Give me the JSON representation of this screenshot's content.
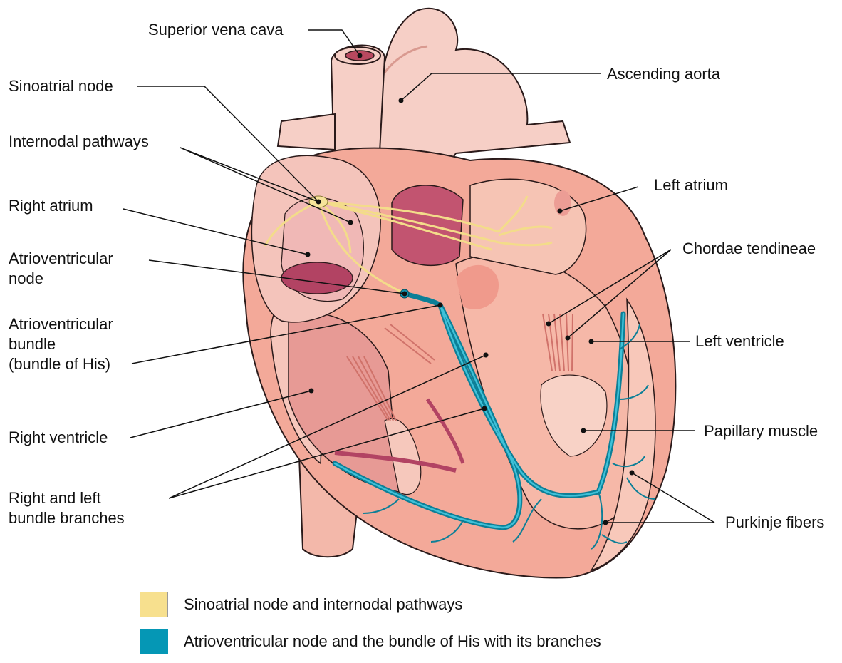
{
  "labels": {
    "superior_vena_cava": "Superior vena cava",
    "sinoatrial_node": "Sinoatrial node",
    "internodal_pathways": "Internodal pathways",
    "right_atrium": "Right atrium",
    "av_node_line1": "Atrioventricular",
    "av_node_line2": "node",
    "av_bundle_line1": "Atrioventricular",
    "av_bundle_line2": "bundle",
    "av_bundle_line3": "(bundle of His)",
    "right_ventricle": "Right ventricle",
    "bundle_branches_line1": "Right and left",
    "bundle_branches_line2": "bundle branches",
    "ascending_aorta": "Ascending aorta",
    "left_atrium": "Left atrium",
    "chordae_tendineae": "Chordae tendineae",
    "left_ventricle": "Left ventricle",
    "papillary_muscle": "Papillary muscle",
    "purkinje_fibers": "Purkinje fibers"
  },
  "legend": [
    {
      "text": "Sinoatrial node and internodal pathways",
      "color": "#f7e08e",
      "icon": "yellow-swatch"
    },
    {
      "text": "Atrioventricular node and the bundle of His with its branches",
      "color": "#0597b5",
      "icon": "teal-swatch"
    }
  ],
  "colors": {
    "sa_pathway": "#f3dc8a",
    "av_conduction": "#1093ae",
    "heart_wall": "#f3b4a4",
    "vessel": "#f6cfc6",
    "chamber_dark": "#a8405c"
  }
}
